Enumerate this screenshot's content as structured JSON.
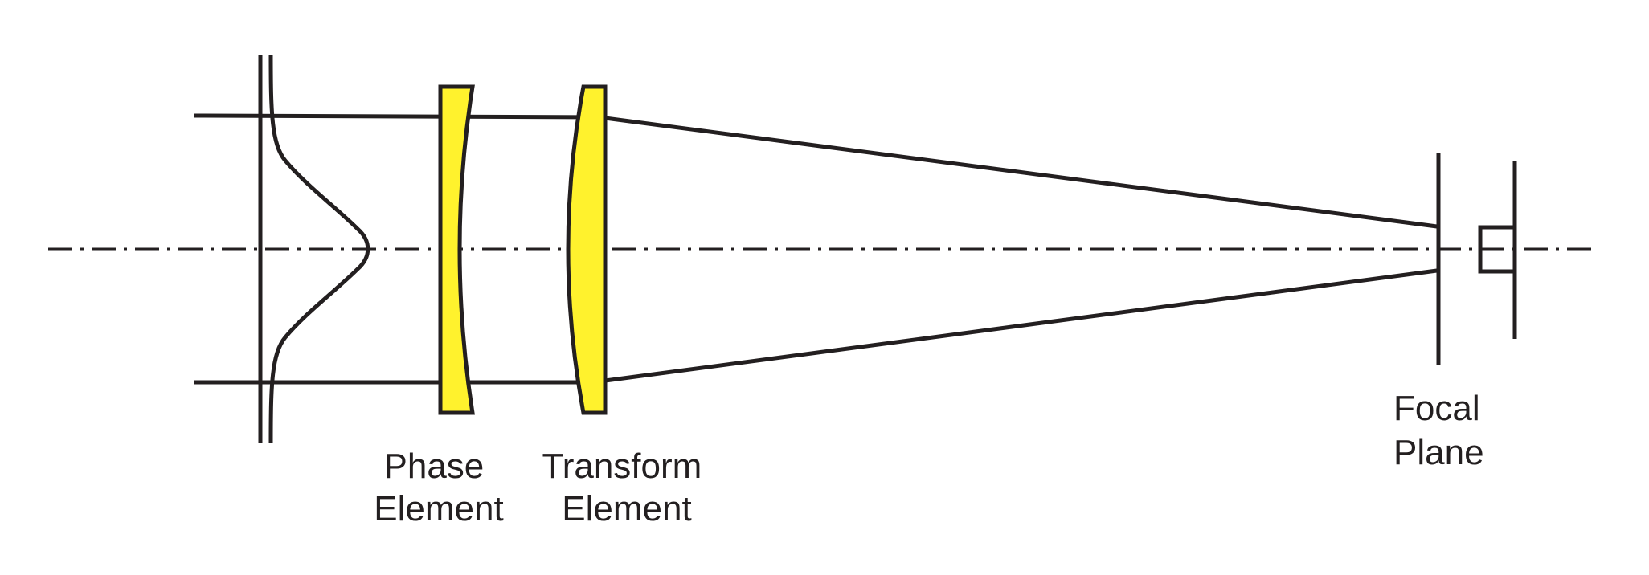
{
  "labels": {
    "phase_element": [
      "Phase",
      "Element"
    ],
    "transform_element": [
      "Transform",
      "Element"
    ],
    "focal_plane": [
      "Focal",
      "Plane"
    ]
  },
  "colors": {
    "line": "#231f20",
    "lens_fill": "#fff22d",
    "background": "#ffffff"
  }
}
